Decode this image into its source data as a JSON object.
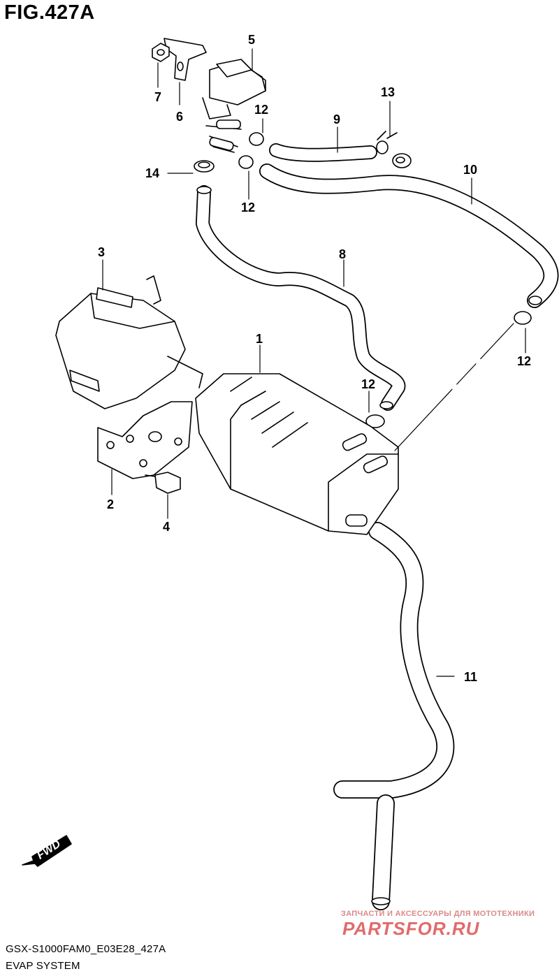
{
  "figure": {
    "title": "FIG.427A"
  },
  "callouts": [
    {
      "id": "c1",
      "label": "1"
    },
    {
      "id": "c2",
      "label": "2"
    },
    {
      "id": "c3",
      "label": "3"
    },
    {
      "id": "c4",
      "label": "4"
    },
    {
      "id": "c5",
      "label": "5"
    },
    {
      "id": "c6",
      "label": "6"
    },
    {
      "id": "c7",
      "label": "7"
    },
    {
      "id": "c8",
      "label": "8"
    },
    {
      "id": "c9",
      "label": "9"
    },
    {
      "id": "c10",
      "label": "10"
    },
    {
      "id": "c11",
      "label": "11"
    },
    {
      "id": "c12a",
      "label": "12"
    },
    {
      "id": "c12b",
      "label": "12"
    },
    {
      "id": "c12c",
      "label": "12"
    },
    {
      "id": "c12d",
      "label": "12"
    },
    {
      "id": "c13",
      "label": "13"
    },
    {
      "id": "c14",
      "label": "14"
    }
  ],
  "direction_arrow": {
    "label": "FWD"
  },
  "footer": {
    "model_code": "GSX-S1000FAM0_E03E28_427A",
    "section_name": "EVAP SYSTEM"
  },
  "watermark": {
    "tagline": "ЗАПЧАСТИ И АКСЕССУАРЫ ДЛЯ МОТОТЕХНИКИ",
    "brand": "PARTSFOR.RU"
  }
}
